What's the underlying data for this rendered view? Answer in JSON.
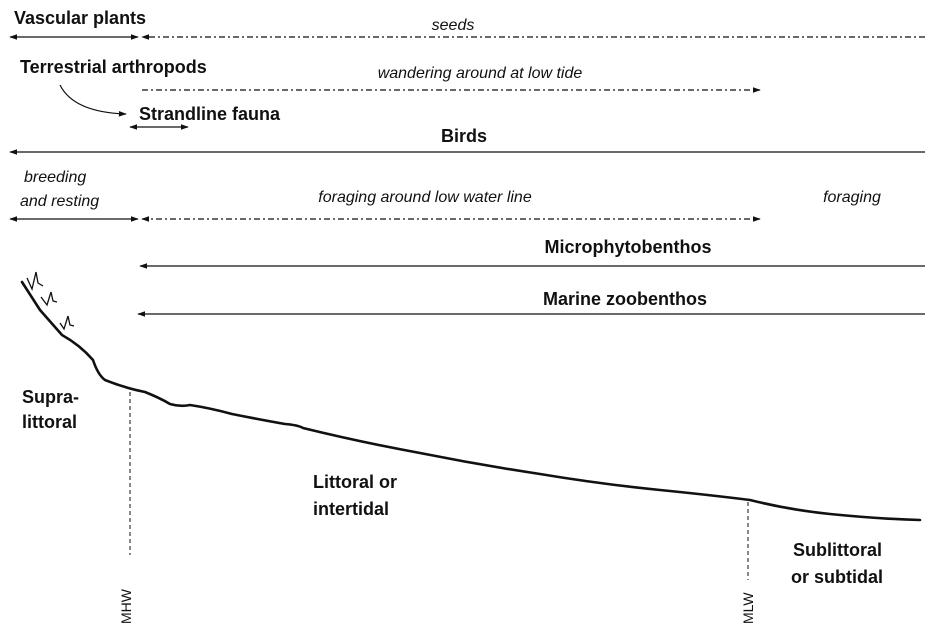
{
  "diagram": {
    "labels": {
      "vascular_plants": "Vascular plants",
      "seeds": "seeds",
      "terrestrial_arthropods": "Terrestrial arthropods",
      "wandering": "wandering around at low tide",
      "strandline_fauna": "Strandline fauna",
      "birds": "Birds",
      "breeding_line1": "breeding",
      "breeding_line2": "and resting",
      "foraging_low_water": "foraging around low water line",
      "foraging": "foraging",
      "microphytobenthos": "Microphytobenthos",
      "marine_zoobenthos": "Marine zoobenthos",
      "supra_line1": "Supra-",
      "supra_line2": "littoral",
      "littoral_line1": "Littoral or",
      "littoral_line2": "intertidal",
      "sublittoral_line1": "Sublittoral",
      "sublittoral_line2": "or subtidal",
      "mhw": "MHW",
      "mlw": "MLW"
    },
    "colors": {
      "ink": "#111111",
      "background": "#ffffff"
    }
  }
}
